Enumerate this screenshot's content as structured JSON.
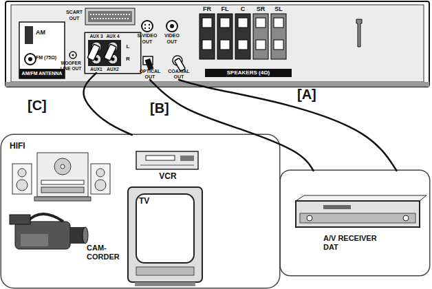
{
  "diagram": {
    "nodes": [
      {
        "text": [
          "AM",
          "FM (75Ω)",
          "AM/FM ANTENNA"
        ]
      },
      {
        "text": [
          "AUX 3",
          "AUX 4",
          "L",
          "R",
          "AUX1",
          "AUX2"
        ]
      },
      {
        "text": [
          "OPTICAL OUT"
        ]
      },
      {
        "text": [
          "COAXIAL OUT"
        ]
      },
      {
        "text": [
          "FR",
          "FL",
          "C",
          "SR",
          "SL",
          "SPEAKERS (4Ω)"
        ]
      },
      {
        "text": []
      },
      {
        "text": [
          "HIFI"
        ],
        "in": 5
      },
      {
        "text": [
          "VCR"
        ],
        "in": 5
      },
      {
        "text": [
          "TV"
        ],
        "in": 5
      },
      {
        "text": [
          "CAM-CORDER"
        ],
        "in": 5
      },
      {
        "text": [
          "A/V RECEIVER DAT"
        ]
      }
    ],
    "edges": [
      {
        "from": 3,
        "to": 10,
        "arrow": "none",
        "label": "[A]"
      },
      {
        "from": 2,
        "to": 10,
        "arrow": "none",
        "label": "[B]"
      },
      {
        "from": 1,
        "to": 5,
        "arrow": "none",
        "label": "[C]"
      }
    ],
    "labels": [
      "SCART OUT",
      "WOOFER LINE OUT",
      "S-VIDEO OUT",
      "VIDEO OUT"
    ]
  }
}
